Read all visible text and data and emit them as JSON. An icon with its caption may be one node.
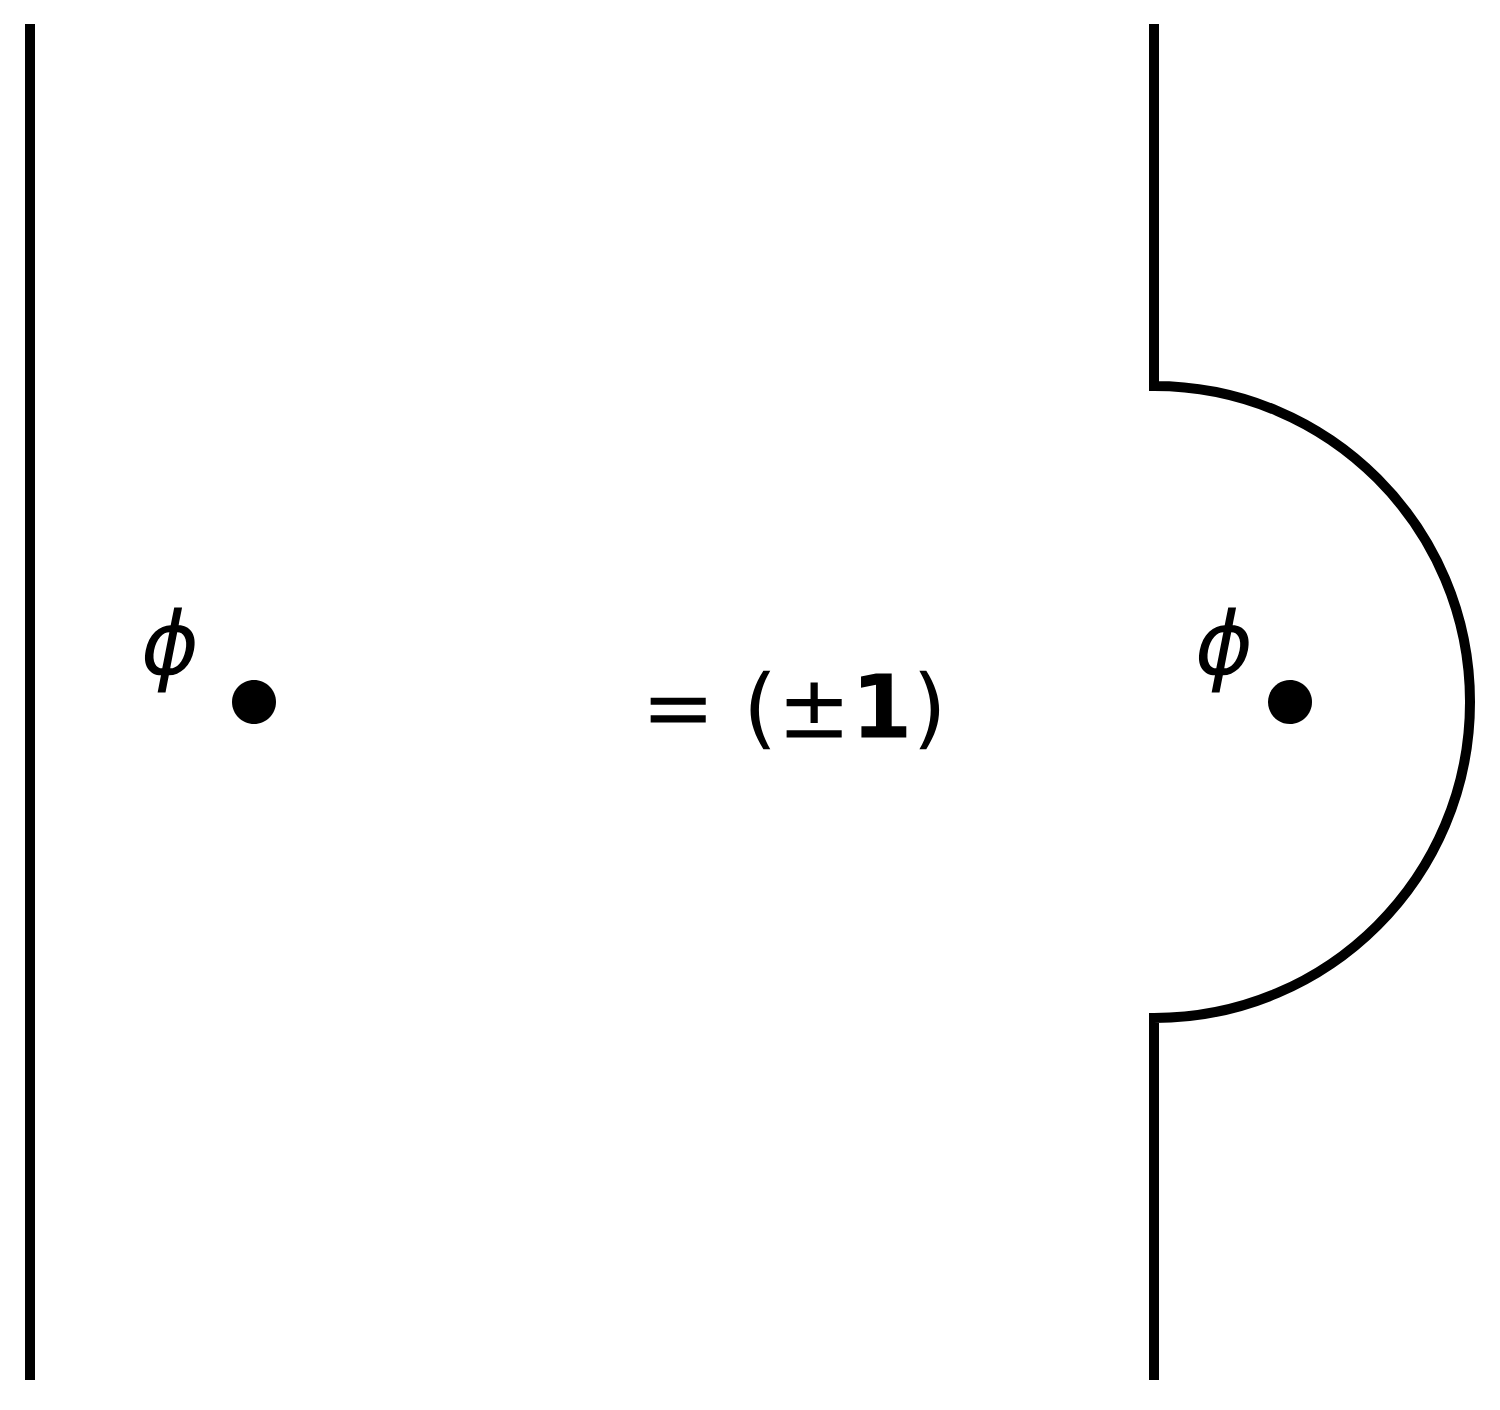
{
  "diagram": {
    "labels": [
      "ϕ",
      "= (±**1**)",
      "ϕ"
    ]
  }
}
